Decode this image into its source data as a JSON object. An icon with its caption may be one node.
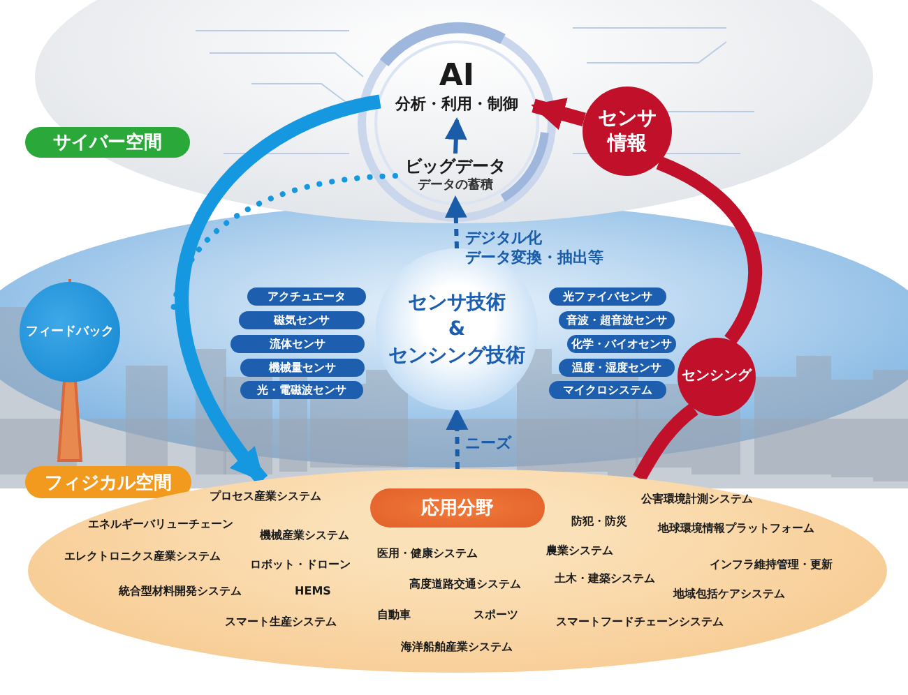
{
  "diagram": {
    "nodes": [
      {
        "text": [
          "AI",
          "分析・利用・制御"
        ]
      },
      {
        "text": [
          "ビッグデータ",
          "データの蓄積"
        ]
      },
      {
        "text": [
          "センサ情報"
        ]
      },
      {
        "text": [
          "サイバー空間"
        ]
      },
      {
        "text": [
          "フィードバック"
        ]
      },
      {
        "text": [
          "センサ技術",
          "&",
          "センシング技術"
        ]
      },
      {
        "text": [
          "アクチュエータ"
        ]
      },
      {
        "text": [
          "磁気センサ"
        ]
      },
      {
        "text": [
          "流体センサ"
        ]
      },
      {
        "text": [
          "機械量センサ"
        ]
      },
      {
        "text": [
          "光・電磁波センサ"
        ]
      },
      {
        "text": [
          "光ファイバセンサ"
        ]
      },
      {
        "text": [
          "音波・超音波センサ"
        ]
      },
      {
        "text": [
          "化学・バイオセンサ"
        ]
      },
      {
        "text": [
          "温度・湿度センサ"
        ]
      },
      {
        "text": [
          "マイクロシステム"
        ]
      },
      {
        "text": [
          "センシング"
        ]
      },
      {
        "text": [
          "フィジカル空間"
        ]
      },
      {
        "text": [
          "プロセス産業システム",
          "公害環境計測システム",
          "エネルギーバリューチェーン",
          "機械産業システム",
          "防犯・防災",
          "地球環境情報プラットフォーム",
          "エレクトロニクス産業システム",
          "医用・健康システム",
          "農業システム",
          "ロボット・ドローン",
          "インフラ維持管理・更新",
          "統合型材料開発システム",
          "HEMS",
          "高度道路交通システム",
          "土木・建築システム",
          "地域包括ケアシステム",
          "スマート生産システム",
          "自動車",
          "スポーツ",
          "スマートフードチェーンシステム",
          "海洋船舶産業システム"
        ]
      },
      {
        "text": [
          "応用分野"
        ],
        "in": 18
      }
    ],
    "edges": [
      {
        "from": 1,
        "to": 0,
        "arrow": "to",
        "color": "#1a5ca8"
      },
      {
        "from": 5,
        "to": 1,
        "arrow": "to",
        "style": "dashed",
        "color": "#1a5ca8",
        "label": "デジタル化データ変換・抽出等"
      },
      {
        "from": 18,
        "to": 5,
        "arrow": "to",
        "style": "dashed",
        "color": "#1a5ca8",
        "label": "ニーズ"
      },
      {
        "from": 0,
        "to": 18,
        "arrow": "to",
        "style": "thick",
        "color": "#1598e0"
      },
      {
        "from": 1,
        "to": null,
        "arrow": "none",
        "style": "dashed",
        "color": "#1598e0"
      },
      {
        "from": 18,
        "to": 16,
        "arrow": "none",
        "style": "thick",
        "color": "#c0102a"
      },
      {
        "from": 16,
        "to": 2,
        "arrow": "none",
        "style": "thick",
        "color": "#c0102a"
      },
      {
        "from": 2,
        "to": 0,
        "arrow": "to",
        "style": "thick",
        "color": "#c0102a"
      }
    ]
  }
}
